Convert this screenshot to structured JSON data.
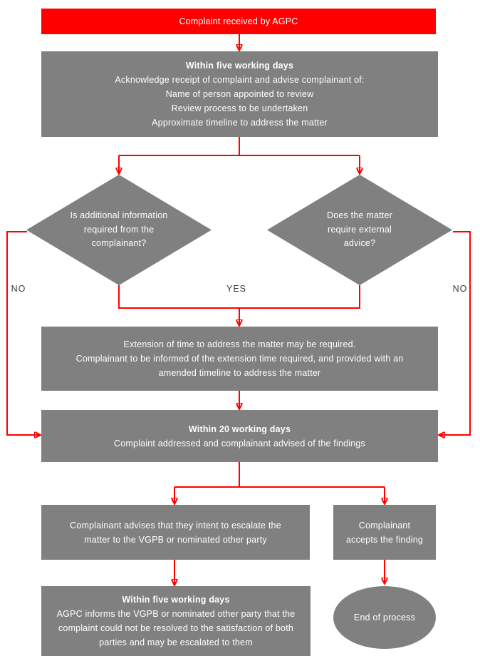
{
  "colors": {
    "accent_red": "#ff0000",
    "shape_gray": "#808080",
    "shape_text": "#ffffff",
    "edge_label_text": "#3a3a3a"
  },
  "flowchart": {
    "start": {
      "label": "Complaint received by AGPC"
    },
    "acknowledge": {
      "title": "Within five working days",
      "lines": [
        "Acknowledge receipt of complaint and advise complainant of:",
        "Name of person appointed to review",
        "Review process to be undertaken",
        "Approximate timeline to address the matter"
      ]
    },
    "decision_additional_info": {
      "label": "Is additional information required from the complainant?"
    },
    "decision_external_advice": {
      "label": "Does the matter require external advice?"
    },
    "edge_labels": {
      "no_left": "NO",
      "yes": "YES",
      "no_right": "NO"
    },
    "extension": {
      "line1": "Extension of time to address the matter may be required.",
      "line2": "Complainant to be informed of the extension time required, and provided with an amended timeline to address the matter"
    },
    "within_20_days": {
      "title": "Within 20 working days",
      "line": "Complaint addressed and complainant advised of the findings"
    },
    "escalate": {
      "label": "Complainant advises that they intent to escalate the matter to the VGPB or nominated other party"
    },
    "accepts": {
      "label": "Complainant accepts the finding"
    },
    "inform_vgpb": {
      "title": "Within five working days",
      "line": "AGPC informs the VGPB or nominated other party that the complaint could not be resolved to the satisfaction of both parties and may be escalated to them"
    },
    "end": {
      "label": "End of process"
    }
  }
}
